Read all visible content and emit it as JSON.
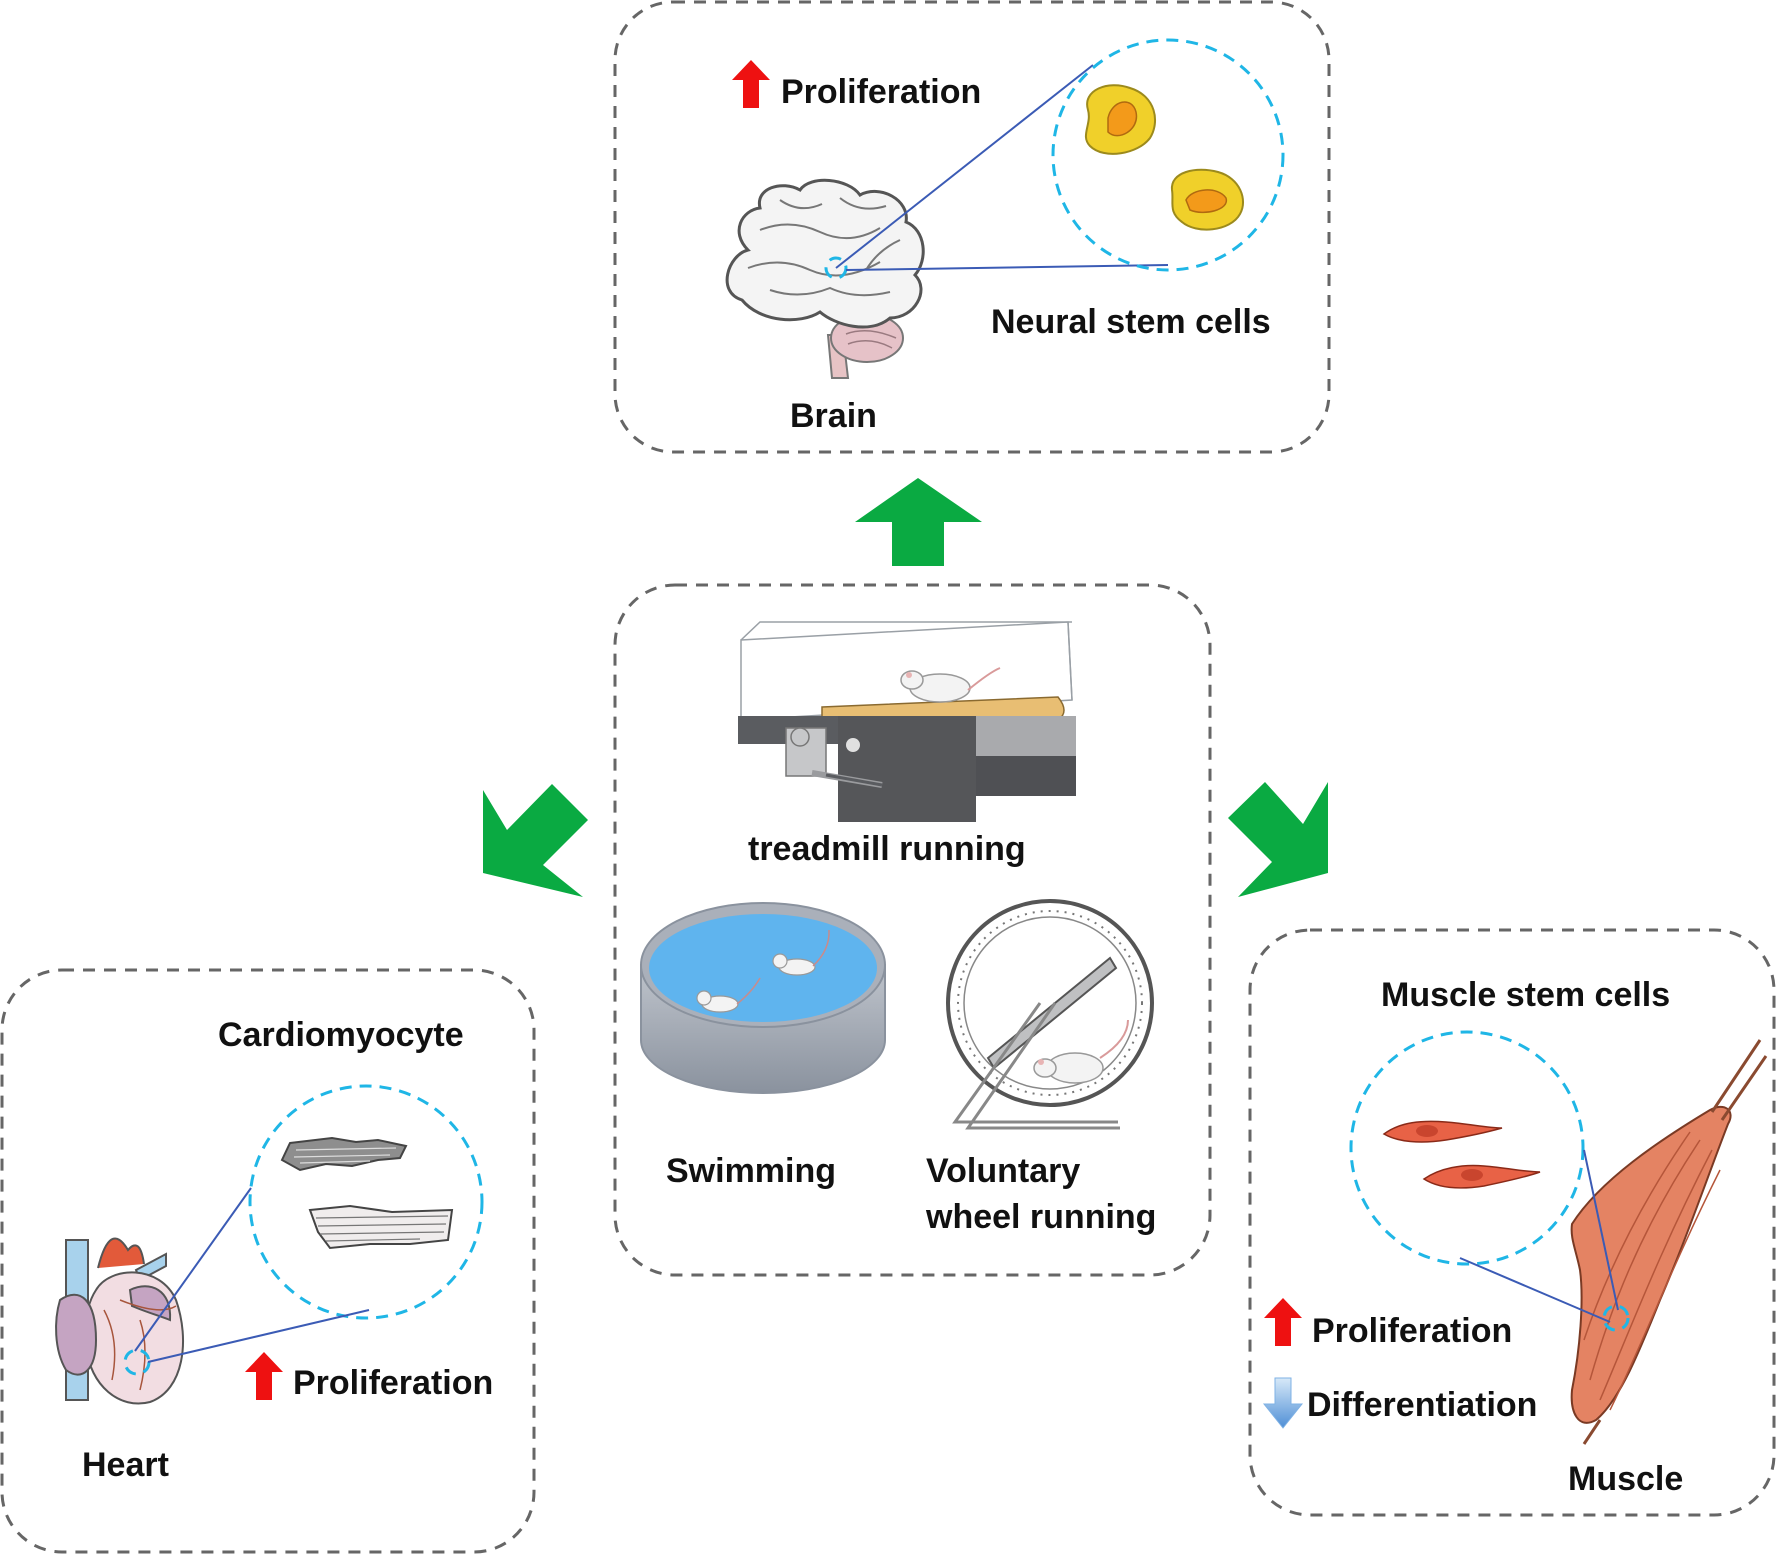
{
  "center": {
    "treadmill_label": "treadmill running",
    "swimming_label": "Swimming",
    "wheel_label_line1": "Voluntary",
    "wheel_label_line2": "wheel running"
  },
  "brain_panel": {
    "effect": "Proliferation",
    "effect_direction": "up",
    "organ_label": "Brain",
    "cell_label": "Neural stem cells"
  },
  "heart_panel": {
    "cell_label": "Cardiomyocyte",
    "effect": "Proliferation",
    "effect_direction": "up",
    "organ_label": "Heart"
  },
  "muscle_panel": {
    "cell_label": "Muscle stem cells",
    "effects": [
      {
        "label": "Proliferation",
        "direction": "up"
      },
      {
        "label": "Differentiation",
        "direction": "down"
      }
    ],
    "organ_label": "Muscle"
  },
  "colors": {
    "flow_arrow": "#0aaa42",
    "up_arrow": "#ee1111",
    "down_arrow": "#7fb2e5",
    "magnify_circle": "#1fb6e6",
    "box_border": "#666666"
  }
}
